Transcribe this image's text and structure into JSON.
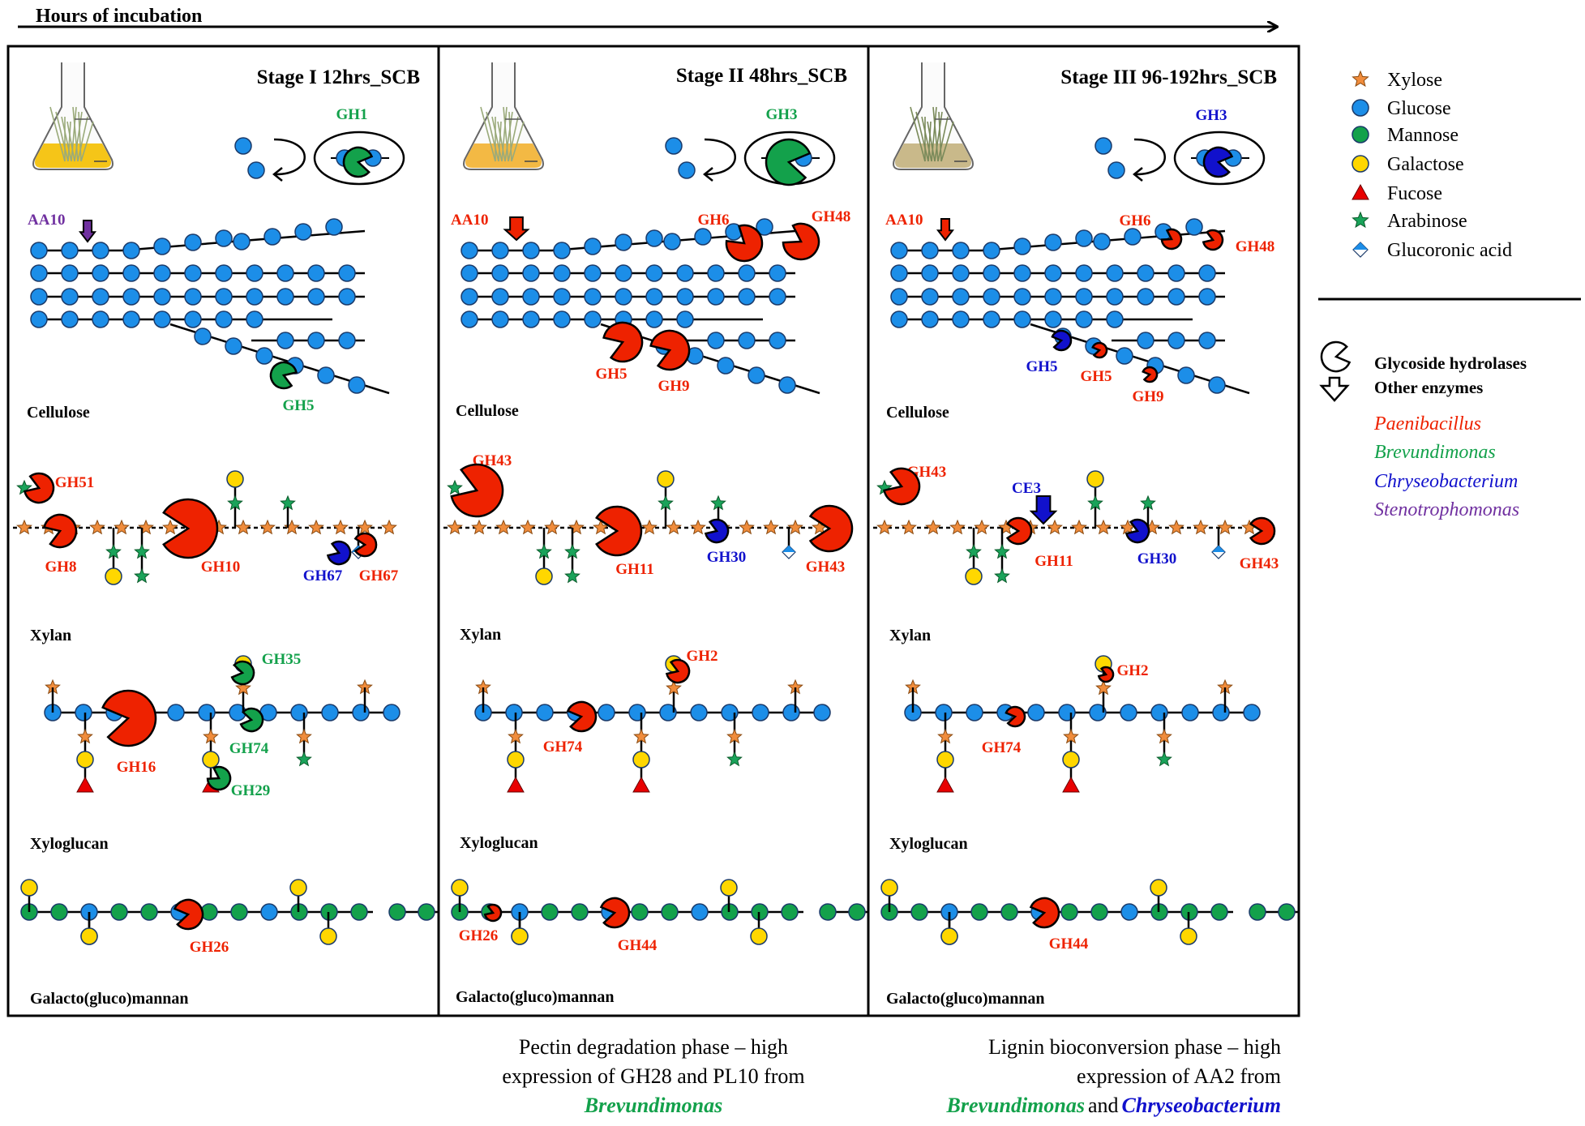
{
  "header": {
    "label": "Hours of incubation"
  },
  "colors": {
    "paenibacillus": "#ee2200",
    "brevundimonas": "#13a14b",
    "chryseobacterium": "#1111cc",
    "stenotrophomonas": "#7030a0",
    "glucose": "#1c8ee8",
    "mannose": "#13a14b",
    "galactose": "#ffd700",
    "xylose": "#f08c3c",
    "arabinose": "#1aa35a",
    "fucose": "#e80000"
  },
  "stages": [
    {
      "title": "Stage I 12hrs_SCB",
      "flask": "flask-icon",
      "top_enzyme": "GH1",
      "aa10": "AA10",
      "cellulose_label": "Cellulose",
      "cellulose_enzymes": [
        "GH5"
      ],
      "xylan_label": "Xylan",
      "xylan_enzymes": [
        "GH51",
        "GH8",
        "GH10",
        "GH67",
        "GH67"
      ],
      "xyloglucan_label": "Xyloglucan",
      "xyloglucan_enzymes": [
        "GH35",
        "GH16",
        "GH74",
        "GH29"
      ],
      "mannan_label": "Galacto(gluco)mannan",
      "mannan_enzymes": [
        "GH26"
      ]
    },
    {
      "title": "Stage II 48hrs_SCB",
      "flask": "flask-icon",
      "top_enzyme": "GH3",
      "aa10": "AA10",
      "cellulose_label": "Cellulose",
      "cellulose_enzymes": [
        "GH6",
        "GH48",
        "GH5",
        "GH9"
      ],
      "xylan_label": "Xylan",
      "xylan_enzymes": [
        "GH43",
        "GH11",
        "GH30",
        "GH43"
      ],
      "xyloglucan_label": "Xyloglucan",
      "xyloglucan_enzymes": [
        "GH2",
        "GH74"
      ],
      "mannan_label": "Galacto(gluco)mannan",
      "mannan_enzymes": [
        "GH26",
        "GH44"
      ]
    },
    {
      "title": "Stage III 96-192hrs_SCB",
      "flask": "flask-icon",
      "top_enzyme": "GH3",
      "aa10": "AA10",
      "cellulose_label": "Cellulose",
      "cellulose_enzymes": [
        "GH6",
        "GH48",
        "GH5",
        "GH5",
        "GH9"
      ],
      "xylan_label": "Xylan",
      "xylan_enzymes": [
        "GH43",
        "CE3",
        "GH11",
        "GH30",
        "GH43"
      ],
      "xyloglucan_label": "Xyloglucan",
      "xyloglucan_enzymes": [
        "GH2",
        "GH74"
      ],
      "mannan_label": "Galacto(gluco)mannan",
      "mannan_enzymes": [
        "GH44"
      ]
    }
  ],
  "legend": {
    "sugars": [
      {
        "label": "Xylose",
        "icon": "star-icon",
        "color": "#f08c3c"
      },
      {
        "label": "Glucose",
        "icon": "circle-icon",
        "color": "#1c8ee8"
      },
      {
        "label": "Mannose",
        "icon": "circle-icon",
        "color": "#13a14b"
      },
      {
        "label": "Galactose",
        "icon": "circle-icon",
        "color": "#ffd700"
      },
      {
        "label": "Fucose",
        "icon": "triangle-icon",
        "color": "#e80000"
      },
      {
        "label": "Arabinose",
        "icon": "star-icon",
        "color": "#1aa35a"
      },
      {
        "label": "Glucoronic acid",
        "icon": "diamond-icon",
        "color": "#1c8ee8"
      }
    ],
    "glycoside_hydrolases": "Glycoside hydrolases",
    "other_enzymes": "Other enzymes",
    "organisms": [
      {
        "label": "Paenibacillus",
        "color": "#ee2200"
      },
      {
        "label": "Brevundimonas",
        "color": "#13a14b"
      },
      {
        "label": "Chryseobacterium",
        "color": "#1111cc"
      },
      {
        "label": "Stenotrophomonas",
        "color": "#7030a0"
      }
    ]
  },
  "notes": {
    "pectin_line1": "Pectin degradation phase – high",
    "pectin_line2": "expression of GH28 and PL10 from",
    "pectin_org": "Brevundimonas",
    "lignin_line1": "Lignin bioconversion phase – high",
    "lignin_line2": "expression of AA2 from",
    "lignin_org1": "Brevundimonas",
    "lignin_and": "and",
    "lignin_org2": "Chryseobacterium"
  }
}
